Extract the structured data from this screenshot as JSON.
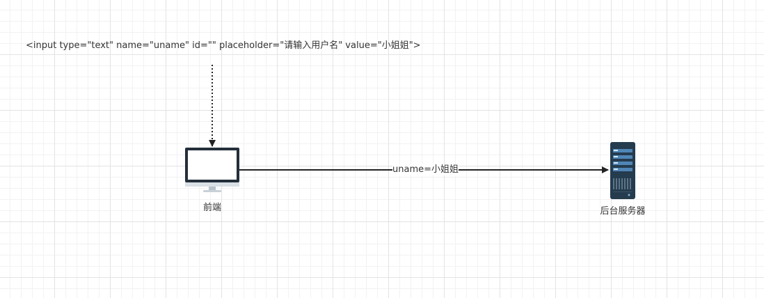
{
  "diagram": {
    "code_text": "<input type=\"text\" name=\"uname\" id=\"\" placeholder=\"请输入用户名\" value=\"小姐姐\">",
    "edge_label": "uname=小姐姐",
    "nodes": {
      "frontend": {
        "label": "前端",
        "icon": "monitor-icon"
      },
      "server": {
        "label": "后台服务器",
        "icon": "server-rack-icon"
      }
    },
    "colors": {
      "line": "#222222",
      "monitor_frame": "#232f3a",
      "server_body": "#253b4e",
      "server_accent": "#4f86b6"
    }
  }
}
